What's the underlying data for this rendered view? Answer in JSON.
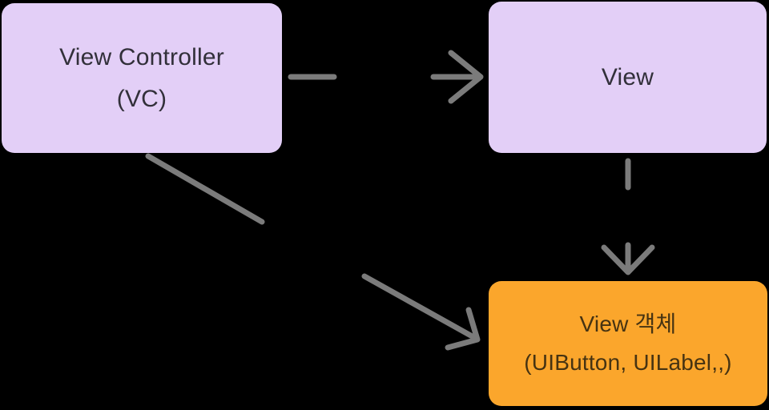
{
  "diagram": {
    "nodes": [
      {
        "id": "view-controller",
        "lines": [
          "View Controller",
          "(VC)"
        ],
        "color": "lavender"
      },
      {
        "id": "view",
        "lines": [
          "View"
        ],
        "color": "lavender"
      },
      {
        "id": "view-objects",
        "lines": [
          "View 객체",
          "(UIButton, UILabel,,)"
        ],
        "color": "orange"
      }
    ],
    "edges": [
      {
        "from": "view-controller",
        "to": "view",
        "style": "dashed-arrow",
        "direction": "right"
      },
      {
        "from": "view",
        "to": "view-objects",
        "style": "dashed-arrow",
        "direction": "down"
      },
      {
        "from": "view-controller",
        "to": "view-objects",
        "style": "dashed-arrow",
        "direction": "down-right"
      }
    ]
  },
  "colors": {
    "background": "#000000",
    "node-lavender": "#E3CFF7",
    "node-lavender-text": "#32303A",
    "node-orange": "#FBA62C",
    "node-orange-text": "#463312",
    "arrow": "#7B7B7B"
  }
}
